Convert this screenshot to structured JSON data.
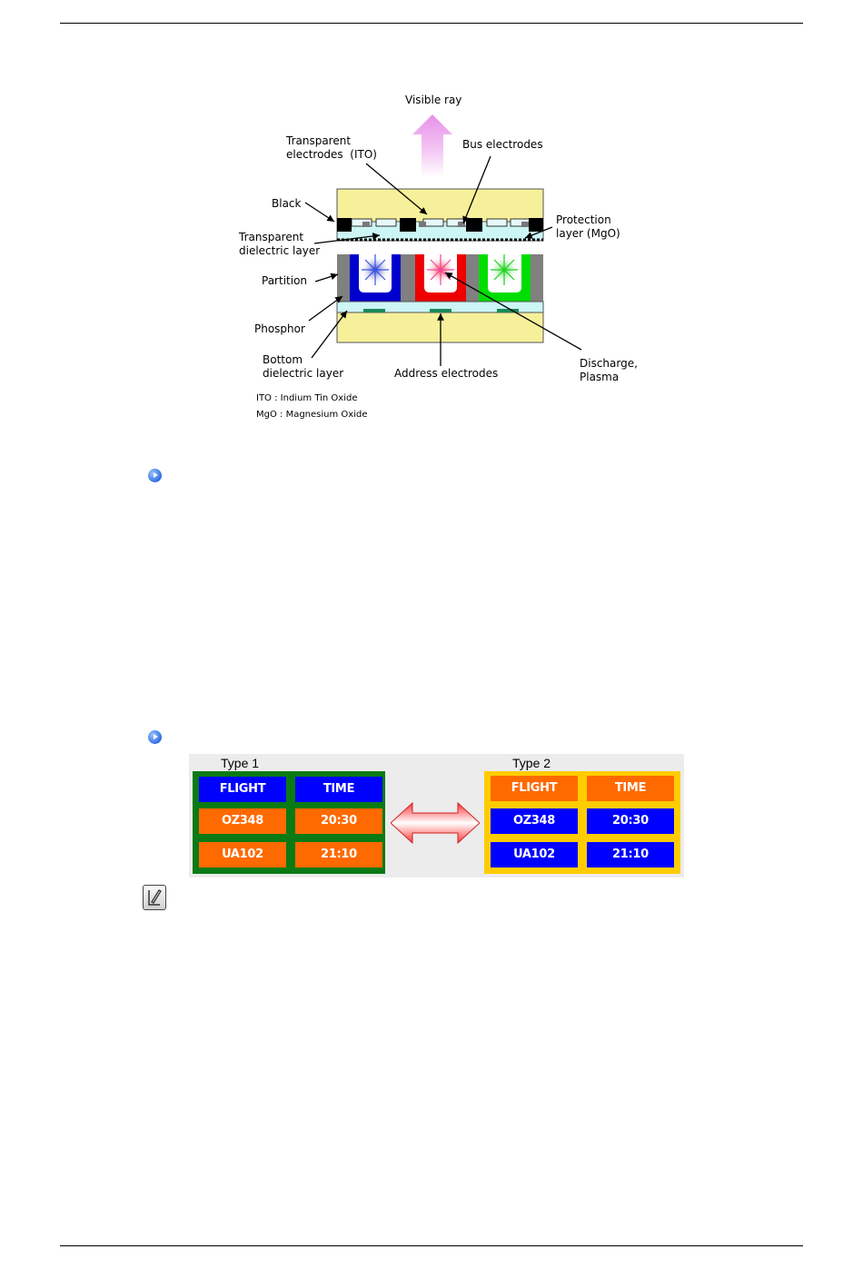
{
  "diagram": {
    "labels": {
      "visible_ray": "Visible ray",
      "transparent_electrodes": "Transparent\nelectrodes  (ITO)",
      "bus_electrodes": "Bus electrodes",
      "black": "Black",
      "transparent_dielectric": "Transparent\ndielectric layer",
      "protection_layer": "Protection\nlayer (MgO)",
      "partition": "Partition",
      "phosphor": "Phosphor",
      "bottom_dielectric": "Bottom\ndielectric layer",
      "address_electrodes": "Address electrodes",
      "discharge": "Discharge,\nPlasma"
    },
    "notes": {
      "ito": "ITO : Indium Tin Oxide",
      "mgo": "MgO : Magnesium Oxide"
    },
    "colors": {
      "panel": "#f7f09a",
      "dielectric": "#ccf5f5",
      "partition": "#808080",
      "blue": "#0000cc",
      "red": "#ee0000",
      "green": "#00dd00",
      "arrow": "#f0a8f0"
    }
  },
  "type_table": {
    "type1_label": "Type 1",
    "type2_label": "Type 2",
    "type1": {
      "rows": [
        [
          "FLIGHT",
          "TIME"
        ],
        [
          "OZ348",
          "20:30"
        ],
        [
          "UA102",
          "21:10"
        ]
      ],
      "frame_color": "#0a7a14",
      "header_color": "#0000ff",
      "body_color": "#ff6a00"
    },
    "type2": {
      "rows": [
        [
          "FLIGHT",
          "TIME"
        ],
        [
          "OZ348",
          "20:30"
        ],
        [
          "UA102",
          "21:10"
        ]
      ],
      "frame_color": "#ffcc00",
      "header_color": "#ff6a00",
      "body_color": "#0000ff"
    },
    "arrow_color": "#ff3a3a"
  },
  "icons": {
    "bullet1": "info-bullet-icon",
    "bullet2": "info-bullet-icon",
    "memo": "note-memo-icon"
  }
}
